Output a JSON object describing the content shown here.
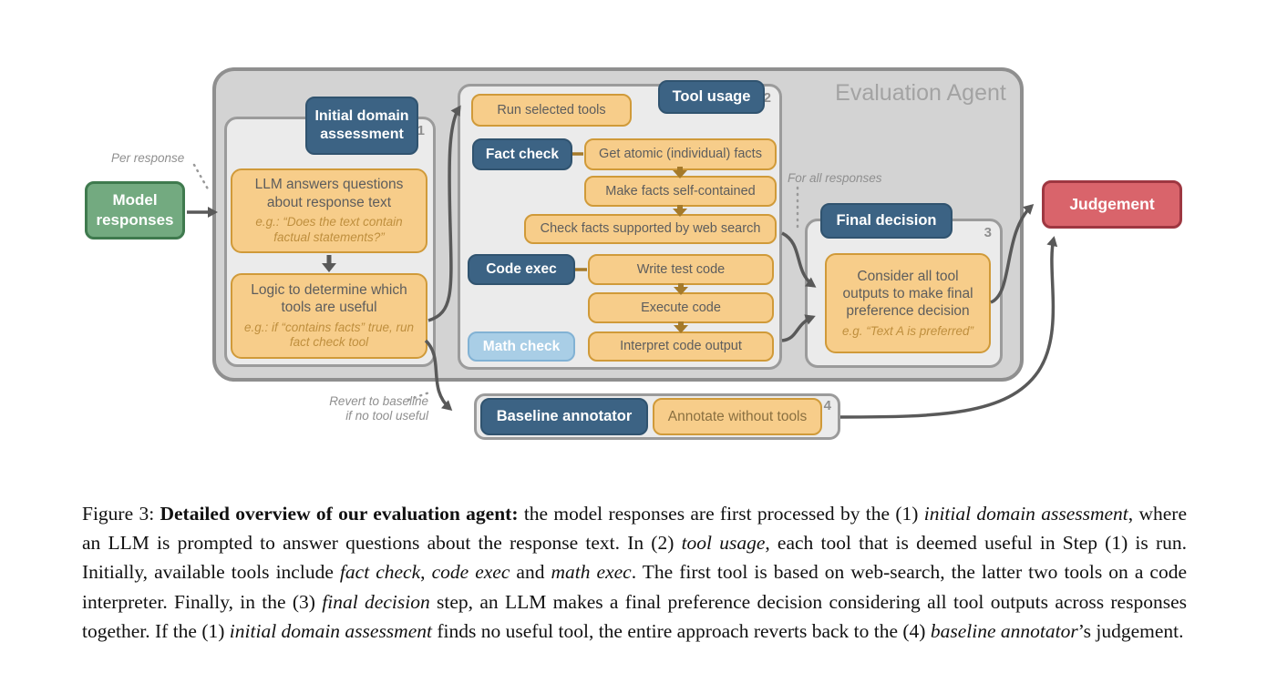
{
  "figure": {
    "evaluation_agent_label": "Evaluation Agent",
    "nodes": {
      "model_responses": "Model responses",
      "judgement": "Judgement"
    },
    "annotations": {
      "per_response": "Per response",
      "for_all_responses": "For all responses",
      "revert_line1": "Revert to baseline",
      "revert_line2": "if no tool useful"
    },
    "panel1": {
      "number": "1",
      "title": "Initial domain assessment",
      "box1": {
        "main": "LLM answers questions about response text",
        "example": "e.g.: “Does the text contain factual statements?”"
      },
      "box2": {
        "main": "Logic to determine which tools are useful",
        "example": "e.g.: if “contains facts” true, run fact check tool"
      }
    },
    "panel2": {
      "number": "2",
      "title": "Tool usage",
      "run_selected_tools": "Run selected tools",
      "fact_check_label": "Fact check",
      "fact_steps": [
        "Get atomic (individual) facts",
        "Make facts self-contained",
        "Check facts supported by web search"
      ],
      "code_exec_label": "Code exec",
      "code_steps": [
        "Write test code",
        "Execute code",
        "Interpret code output"
      ],
      "math_check_label": "Math check"
    },
    "panel3": {
      "number": "3",
      "title": "Final decision",
      "box": {
        "main": "Consider all tool outputs to make final preference decision",
        "example": "e.g. “Text A is preferred”"
      }
    },
    "panel4": {
      "number": "4",
      "label": "Baseline annotator",
      "box": "Annotate without tools"
    },
    "colors": {
      "dark_blue": "#3c6384",
      "light_blue": "#a9cee6",
      "orange_fill": "#f7cd8a",
      "orange_border": "#d09a39",
      "green_fill": "#73aa80",
      "red_fill": "#d9646b",
      "container_gray": "#d3d3d3",
      "arrow_gray": "#595959",
      "arrow_brown": "#a57a2a"
    }
  },
  "caption": {
    "figure_label": "Figure 3:",
    "segments": [
      {
        "t": "Figure 3: ",
        "s": "normal"
      },
      {
        "t": "Detailed overview of our evaluation agent:",
        "s": "bold"
      },
      {
        "t": " the model responses are first processed by the (1) ",
        "s": "normal"
      },
      {
        "t": "initial domain assessment",
        "s": "italic"
      },
      {
        "t": ", where an LLM is prompted to answer questions about the response text. In (2) ",
        "s": "normal"
      },
      {
        "t": "tool usage",
        "s": "italic"
      },
      {
        "t": ", each tool that is deemed useful in Step (1) is run. Initially, available tools include ",
        "s": "normal"
      },
      {
        "t": "fact check",
        "s": "italic"
      },
      {
        "t": ", ",
        "s": "normal"
      },
      {
        "t": "code exec",
        "s": "italic"
      },
      {
        "t": " and ",
        "s": "normal"
      },
      {
        "t": "math exec",
        "s": "italic"
      },
      {
        "t": ". The first tool is based on web-search, the latter two tools on a code interpreter. Finally, in the (3) ",
        "s": "normal"
      },
      {
        "t": "final decision",
        "s": "italic"
      },
      {
        "t": " step, an LLM makes a final preference decision considering all tool outputs across responses together. If the (1) ",
        "s": "normal"
      },
      {
        "t": "initial domain assessment",
        "s": "italic"
      },
      {
        "t": " finds no useful tool, the entire approach reverts back to the (4) ",
        "s": "normal"
      },
      {
        "t": "baseline annotator",
        "s": "italic"
      },
      {
        "t": "’s judgement.",
        "s": "normal"
      }
    ]
  }
}
